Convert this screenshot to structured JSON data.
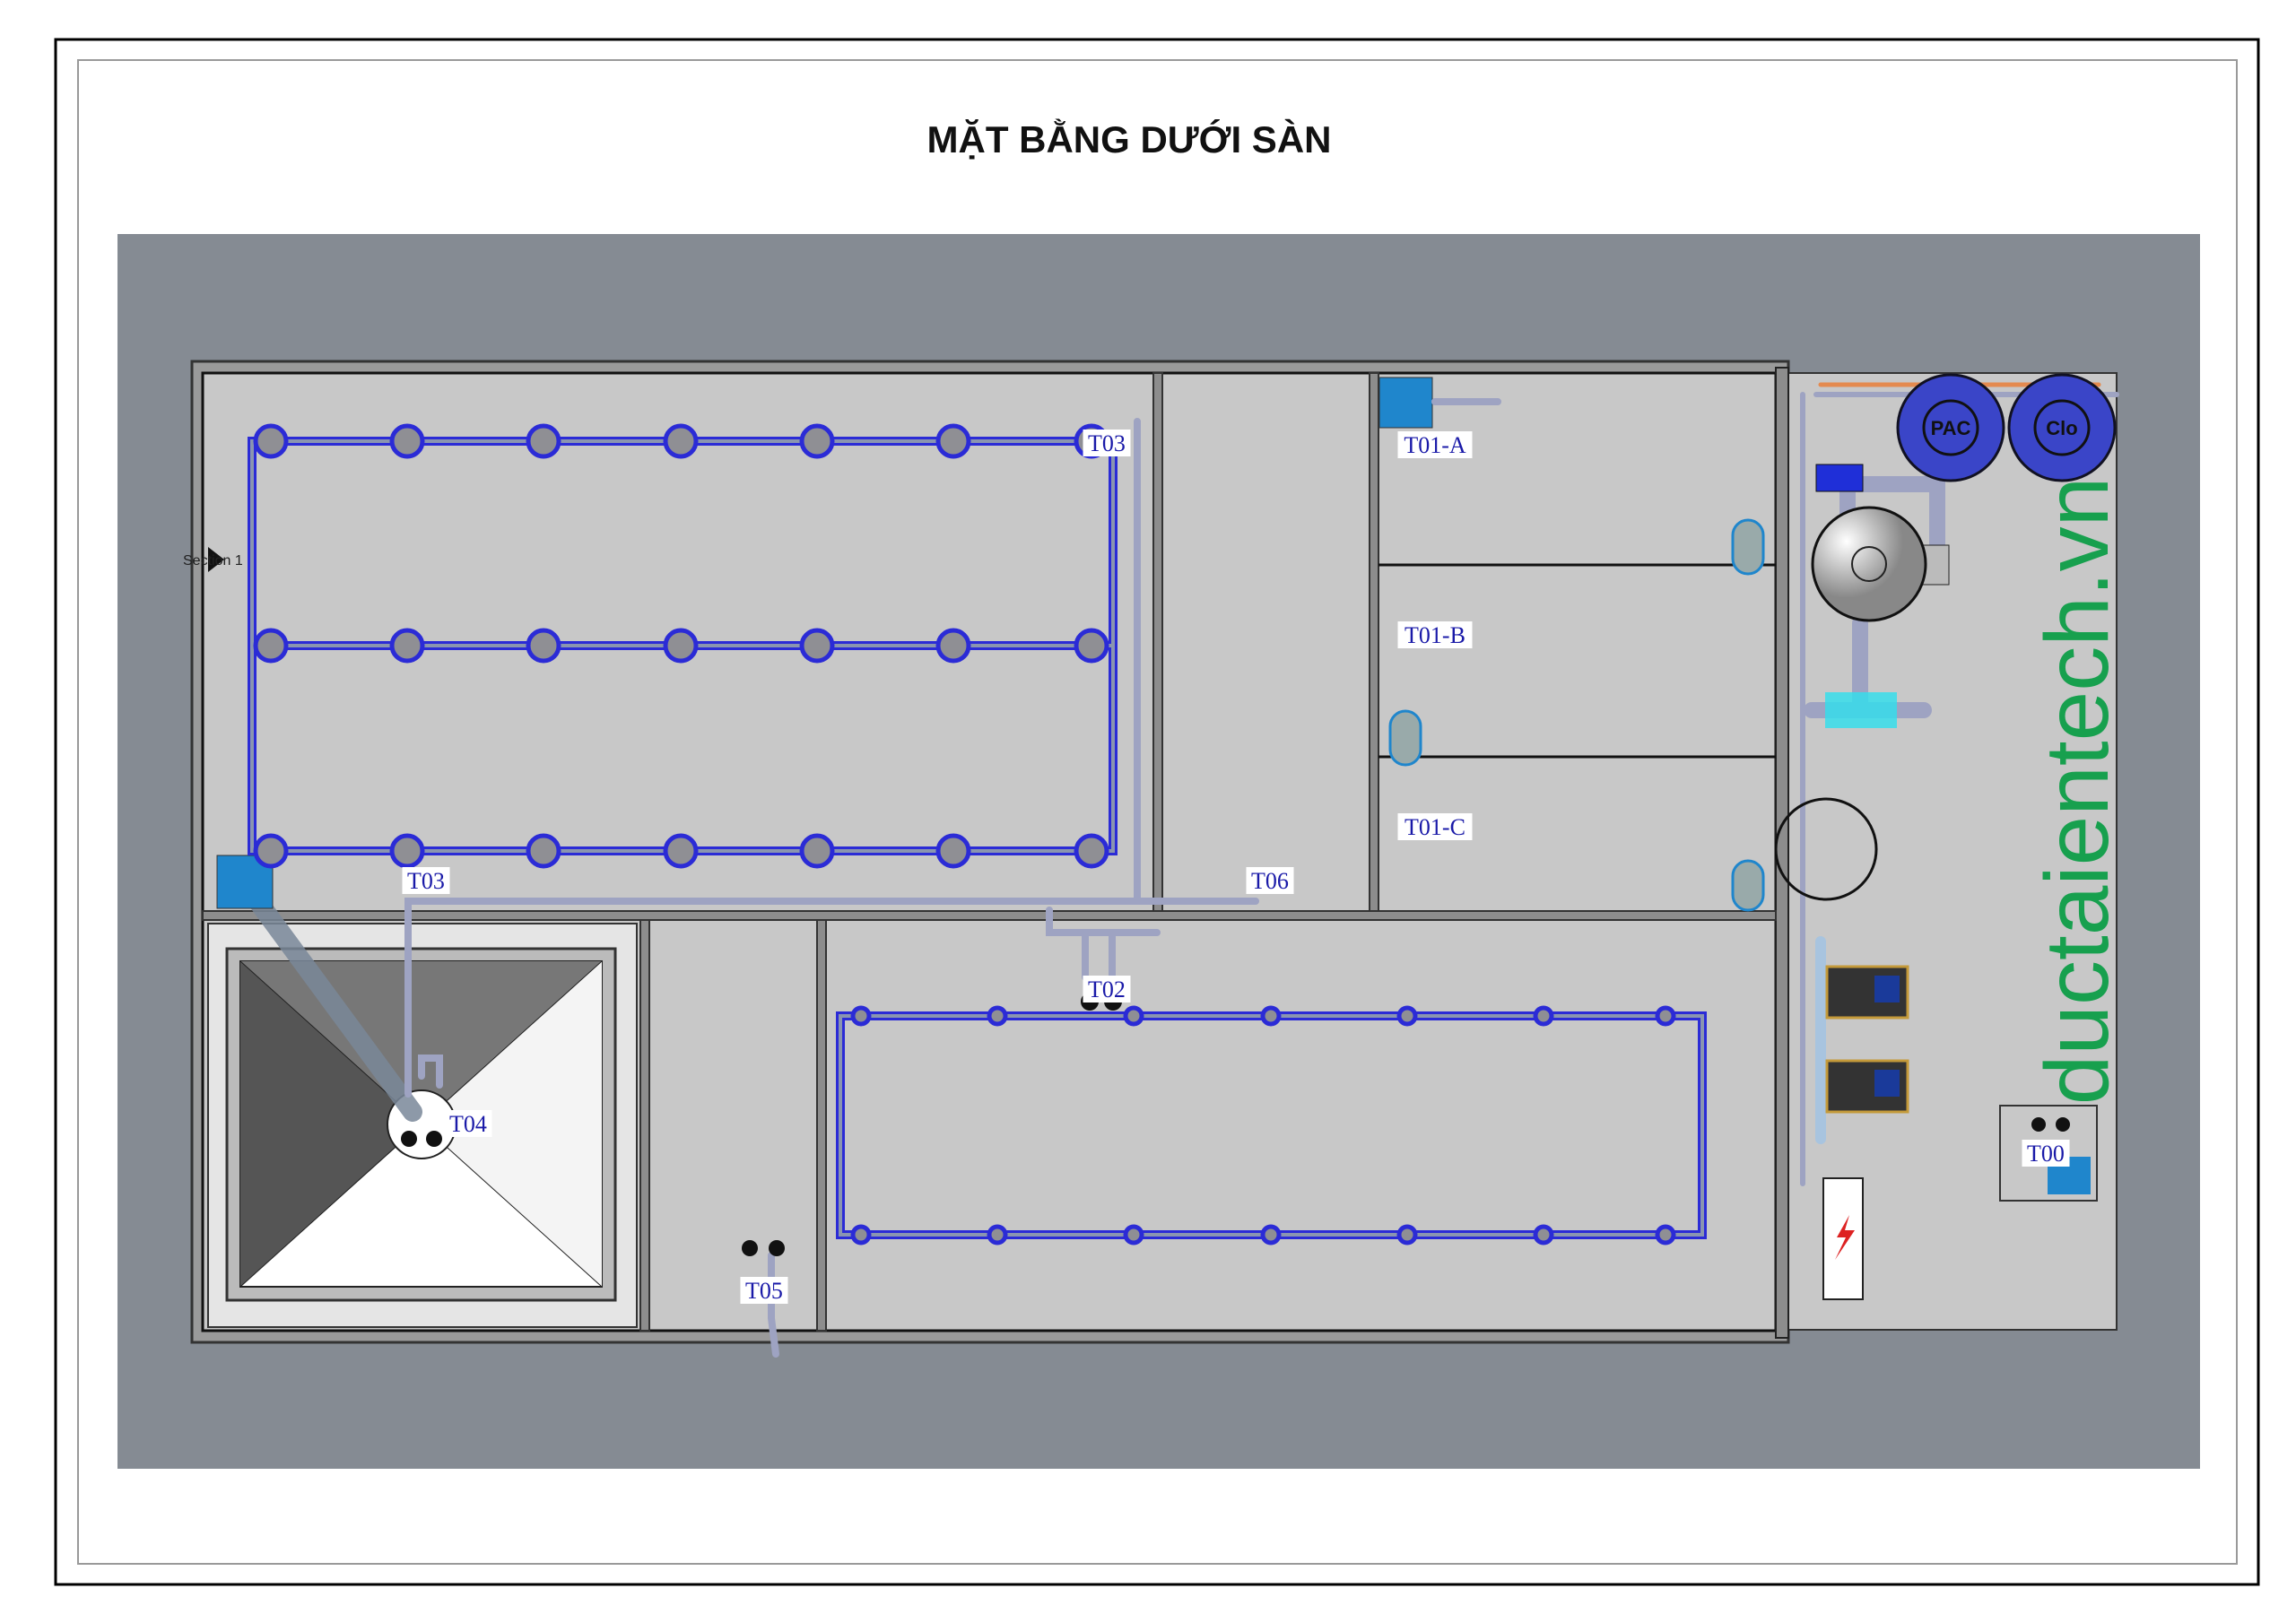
{
  "title": "MẶT BẰNG DƯỚI SÀN",
  "watermark": "ductaientech.vn",
  "section_marker": "Section 1",
  "tanks": {
    "pac": "PAC",
    "clo": "Clo"
  },
  "labels": {
    "t03_top": "T03",
    "t03_bottom": "T03",
    "t01a": "T01-A",
    "t01b": "T01-B",
    "t01c": "T01-C",
    "t06": "T06",
    "t02": "T02",
    "t04": "T04",
    "t05": "T05",
    "t00": "T00"
  },
  "colors": {
    "ground": "#858b93",
    "floor": "#c8c8c8",
    "pipe": "#2b2bd6",
    "tank_blue": "#3a45c8",
    "watermark": "#17a04e",
    "label": "#1a1aa8"
  }
}
